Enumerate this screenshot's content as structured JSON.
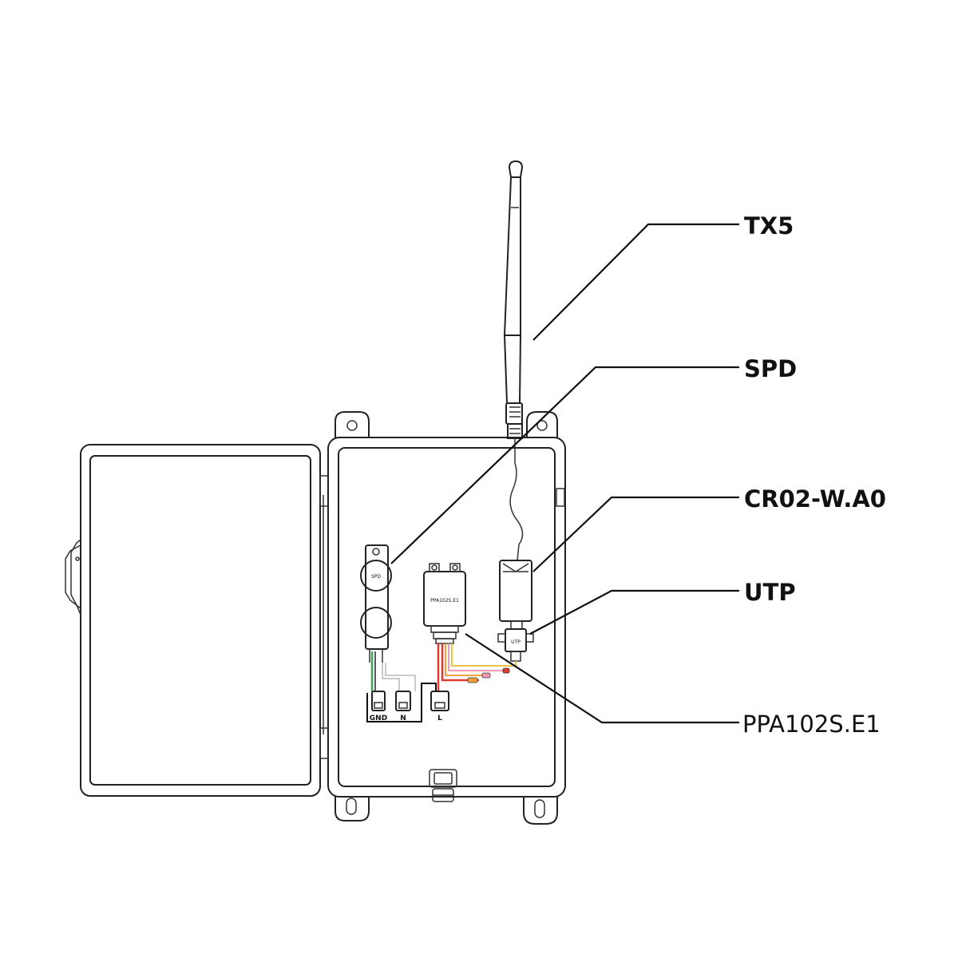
{
  "callouts": {
    "tx5": "TX5",
    "spd": "SPD",
    "cr02": "CR02-W.A0",
    "utp": "UTP",
    "ppa": "PPA102S.E1"
  },
  "components": {
    "spd_label": "SPD",
    "ppa_label": "PPA102S.E1",
    "utp_label": "UTP"
  },
  "terminals": {
    "gnd": "GND",
    "n": "N",
    "l": "L"
  },
  "colors": {
    "ground_wire": "#3aa655",
    "red_wire": "#e03a2f",
    "orange_wire": "#f2a03d",
    "pink_wire": "#f39ab0",
    "yellow_wire": "#e8c547"
  }
}
